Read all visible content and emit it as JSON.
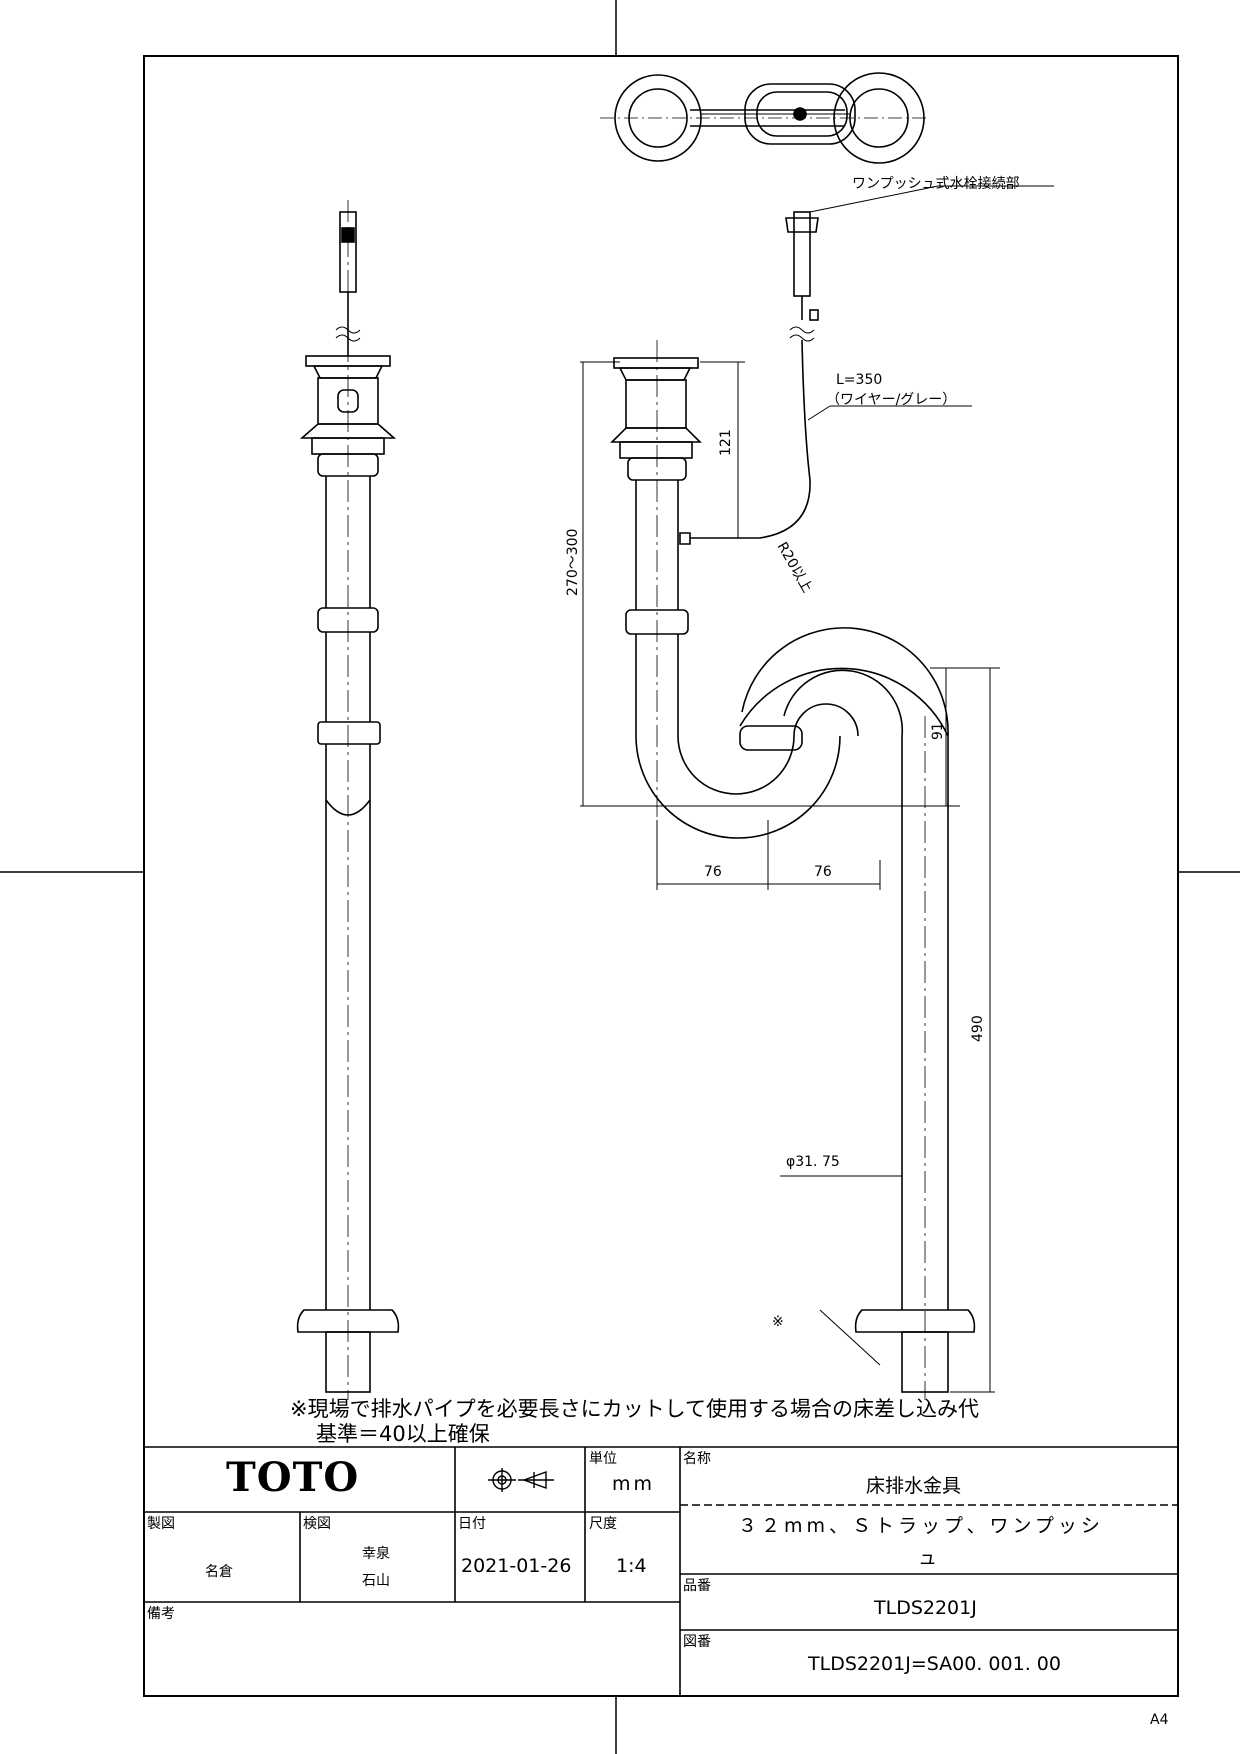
{
  "drawing": {
    "callout_connection": "ワンプッシュ式水栓接続部",
    "wire_length": "L=350",
    "wire_desc": "（ワイヤー/グレー）",
    "bend_radius": "R20以上",
    "dim_121": "121",
    "dim_270_300": "270～300",
    "dim_91": "91",
    "dim_76_left": "76",
    "dim_76_right": "76",
    "dim_490": "490",
    "dim_diameter": "φ31. 75",
    "asterisk_mark": "※",
    "note_line1": "※現場で排水パイプを必要長さにカットして使用する場合の床差し込み代",
    "note_line2": "基準＝40以上確保"
  },
  "title_block": {
    "logo": "TOTO",
    "projection_symbol": "third-angle-projection-icon",
    "unit_label": "単位",
    "unit_value": "mm",
    "name_label": "名称",
    "name_value": "床排水金具",
    "drafted_label": "製図",
    "drafted_value": "名倉",
    "checked_label": "検図",
    "checked_value_1": "幸泉",
    "checked_value_2": "石山",
    "date_label": "日付",
    "date_value": "2021-01-26",
    "scale_label": "尺度",
    "scale_value": "1:4",
    "desc_line1": "３２mm、Ｓトラップ、ワンプッシ",
    "desc_line2": "ュ",
    "part_label": "品番",
    "part_value": "TLDS2201J",
    "remarks_label": "備考",
    "drawing_no_label": "図番",
    "drawing_no_value": "TLDS2201J=SA00. 001. 00"
  },
  "paper_size": "A4"
}
